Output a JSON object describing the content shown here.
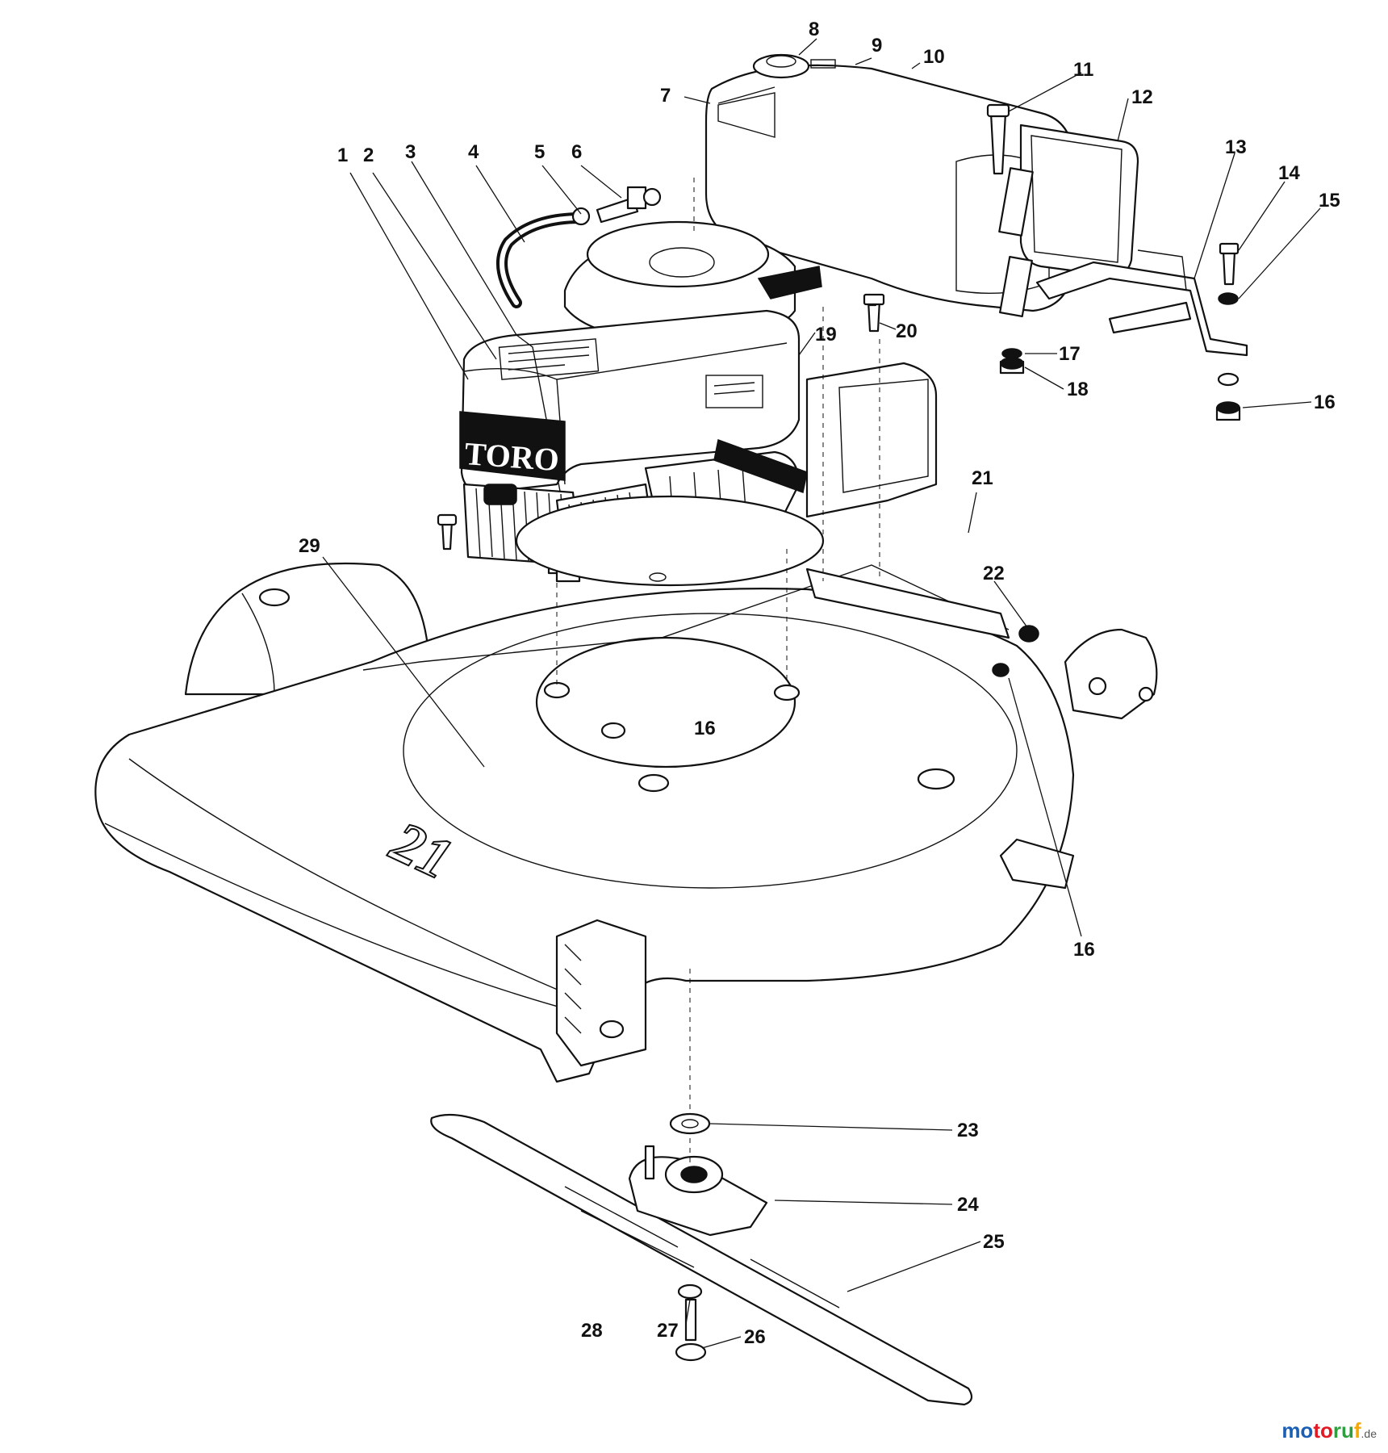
{
  "callouts": [
    {
      "id": "c1",
      "text": "1"
    },
    {
      "id": "c2",
      "text": "2"
    },
    {
      "id": "c3",
      "text": "3"
    },
    {
      "id": "c4",
      "text": "4"
    },
    {
      "id": "c5",
      "text": "5"
    },
    {
      "id": "c6",
      "text": "6"
    },
    {
      "id": "c7",
      "text": "7"
    },
    {
      "id": "c8",
      "text": "8"
    },
    {
      "id": "c9",
      "text": "9"
    },
    {
      "id": "c10",
      "text": "10"
    },
    {
      "id": "c11",
      "text": "11"
    },
    {
      "id": "c12",
      "text": "12"
    },
    {
      "id": "c13",
      "text": "13"
    },
    {
      "id": "c14",
      "text": "14"
    },
    {
      "id": "c15",
      "text": "15"
    },
    {
      "id": "c16a",
      "text": "16"
    },
    {
      "id": "c17",
      "text": "17"
    },
    {
      "id": "c18",
      "text": "18"
    },
    {
      "id": "c19",
      "text": "19"
    },
    {
      "id": "c20",
      "text": "20"
    },
    {
      "id": "c21",
      "text": "21"
    },
    {
      "id": "c22",
      "text": "22"
    },
    {
      "id": "c16b",
      "text": "16"
    },
    {
      "id": "c16c",
      "text": "16"
    },
    {
      "id": "c29",
      "text": "29"
    },
    {
      "id": "c23",
      "text": "23"
    },
    {
      "id": "c24",
      "text": "24"
    },
    {
      "id": "c25",
      "text": "25"
    },
    {
      "id": "c26",
      "text": "26"
    },
    {
      "id": "c27",
      "text": "27"
    },
    {
      "id": "c28",
      "text": "28"
    }
  ],
  "engine_brand": "TORO",
  "deck_model": "21",
  "watermark": {
    "brand": "motoruf",
    "tld": ".de"
  }
}
